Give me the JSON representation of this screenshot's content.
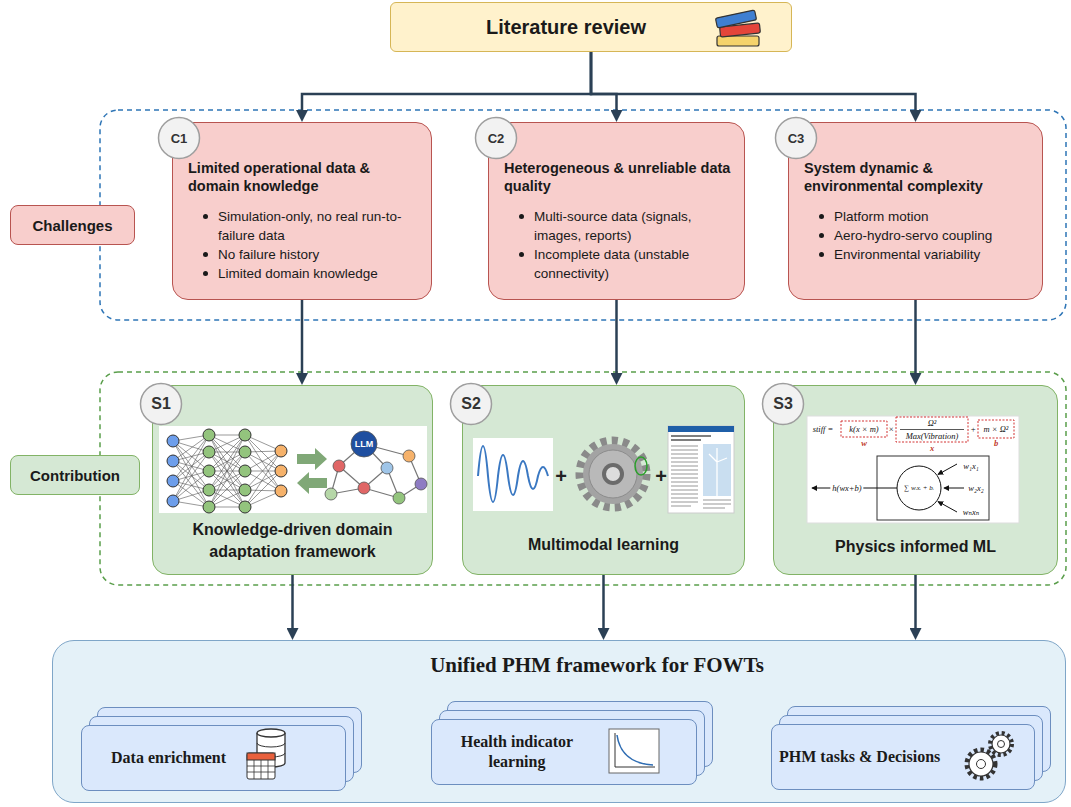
{
  "diagram": {
    "nodes": [
      {
        "text": [
          "Literature review"
        ]
      },
      {
        "text": [
          "Challenges"
        ]
      },
      {
        "text": [
          "Limited operational data & domain knowledge",
          "Simulation-only, no real run-to-failure data",
          "No failure history",
          "Limited domain knowledge"
        ]
      },
      {
        "text": [
          "C1"
        ],
        "in": 2
      },
      {
        "text": [
          "Heterogeneous & unreliable data quality",
          "Multi-source data (signals, images, reports)",
          "Incomplete data (unstable connectivity)"
        ]
      },
      {
        "text": [
          "C2"
        ],
        "in": 4
      },
      {
        "text": [
          "System dynamic & environmental complexity",
          "Platform motion",
          "Aero-hydro-servo coupling",
          "Environmental variability"
        ]
      },
      {
        "text": [
          "C3"
        ],
        "in": 6
      },
      {
        "text": [
          "Contribution"
        ]
      },
      {
        "text": [
          "Knowledge-driven domain adaptation framework"
        ]
      },
      {
        "text": [
          "S1"
        ],
        "in": 9
      },
      {
        "text": [
          "Multimodal learning"
        ]
      },
      {
        "text": [
          "S2"
        ],
        "in": 11
      },
      {
        "text": [
          "Physics informed ML"
        ]
      },
      {
        "text": [
          "S3"
        ],
        "in": 13
      },
      {
        "text": [
          "Unified PHM framework for FOWTs"
        ]
      },
      {
        "text": [
          "Data enrichment"
        ],
        "in": 15
      },
      {
        "text": [
          "Health indicator learning"
        ],
        "in": 15
      },
      {
        "text": [
          "PHM tasks & Decisions"
        ],
        "in": 15
      }
    ],
    "edges": [
      {
        "from": 0,
        "to": 2,
        "arrow": "to"
      },
      {
        "from": 0,
        "to": 4,
        "arrow": "to"
      },
      {
        "from": 0,
        "to": 6,
        "arrow": "to"
      },
      {
        "from": 2,
        "to": 9,
        "arrow": "to"
      },
      {
        "from": 4,
        "to": 11,
        "arrow": "to"
      },
      {
        "from": 6,
        "to": 13,
        "arrow": "to"
      },
      {
        "from": 9,
        "to": 15,
        "arrow": "to"
      },
      {
        "from": 11,
        "to": 15,
        "arrow": "to"
      },
      {
        "from": 13,
        "to": 15,
        "arrow": "to"
      },
      {
        "from": 16,
        "to": 17,
        "arrow": "to"
      },
      {
        "from": 17,
        "to": 18,
        "arrow": "to"
      }
    ],
    "labels": [
      "LLM",
      "+",
      "+",
      "stiff =",
      "k(x × m)",
      "×",
      "Ω²",
      "Max(Vibration)",
      "+",
      "m × Ω²",
      "w",
      "x",
      "b",
      "w₁x₁",
      "w₂x₂",
      "∑ wᵢxᵢ + bᵢ",
      "wₙxₙ",
      "h(wx+b)"
    ]
  }
}
